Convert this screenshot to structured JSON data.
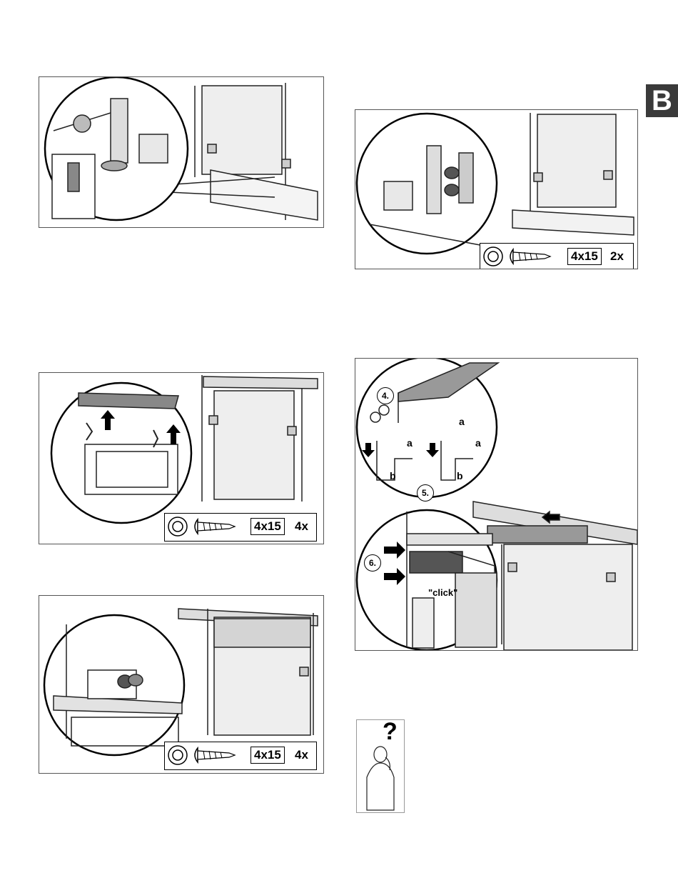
{
  "page": {
    "section_tab": "B"
  },
  "panels": {
    "screws_2x": {
      "size": "4x15",
      "qty": "2x"
    },
    "screws_4x_a": {
      "size": "4x15",
      "qty": "4x"
    },
    "screws_4x_b": {
      "size": "4x15",
      "qty": "4x"
    },
    "trim": {
      "step4": "4.",
      "step5": "5.",
      "step6": "6.",
      "label_a1": "a",
      "label_a2": "a",
      "label_a3": "a",
      "label_b1": "b",
      "label_b2": "b",
      "click": "\"click\""
    },
    "help": {
      "question_mark": "?"
    }
  }
}
